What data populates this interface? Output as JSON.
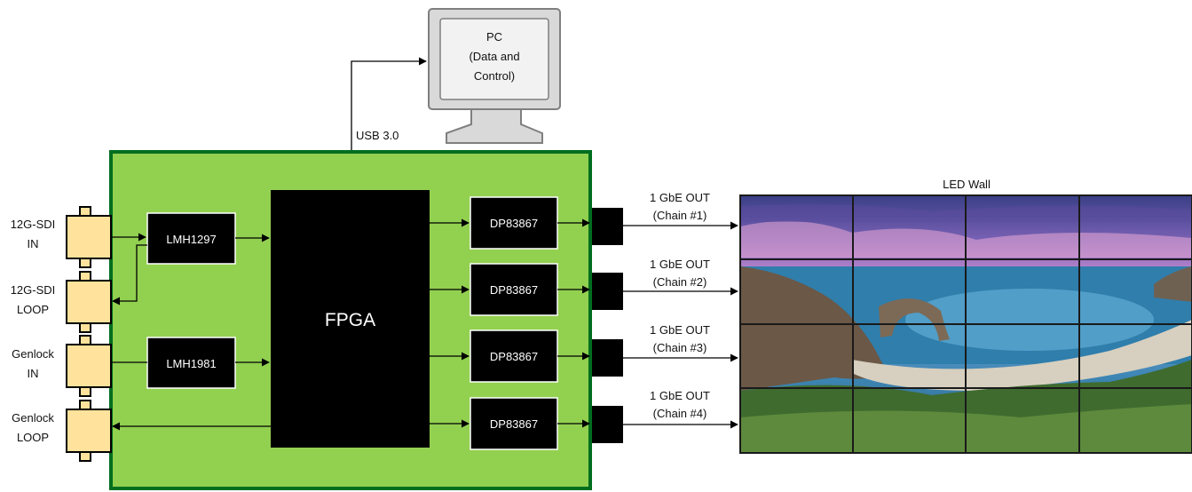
{
  "pc": {
    "line1": "PC",
    "line2": "(Data and",
    "line3": "Control)"
  },
  "usb_label": "USB 3.0",
  "inputs": [
    {
      "line1": "12G-SDI",
      "line2": "IN"
    },
    {
      "line1": "12G-SDI",
      "line2": "LOOP"
    },
    {
      "line1": "Genlock",
      "line2": "IN"
    },
    {
      "line1": "Genlock",
      "line2": "LOOP"
    }
  ],
  "chips": {
    "lmh1297": "LMH1297",
    "lmh1981": "LMH1981",
    "fpga": "FPGA"
  },
  "phys": [
    "DP83867",
    "DP83867",
    "DP83867",
    "DP83867"
  ],
  "outputs": [
    {
      "line1": "1 GbE OUT",
      "line2": "(Chain #1)"
    },
    {
      "line1": "1 GbE OUT",
      "line2": "(Chain #2)"
    },
    {
      "line1": "1 GbE OUT",
      "line2": "(Chain #3)"
    },
    {
      "line1": "1 GbE OUT",
      "line2": "(Chain #4)"
    }
  ],
  "led_wall_title": "LED Wall",
  "colors": {
    "board": "#92d050",
    "board_border": "#006e1e",
    "connector": "#ffe29b",
    "chip": "#000000",
    "monitor": "#d9d9d9"
  }
}
